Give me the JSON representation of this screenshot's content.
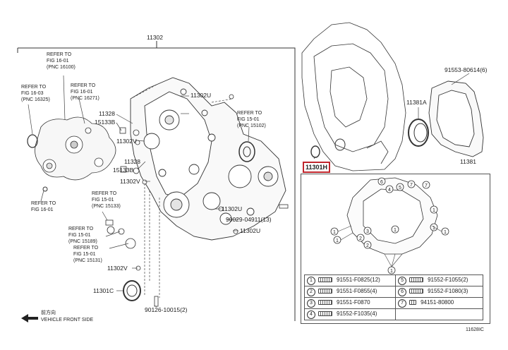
{
  "main_part": "11302",
  "callouts": {
    "ref_1": [
      "REFER TO",
      "FIG 16-01",
      "(PNC 16100)"
    ],
    "ref_2": [
      "REFER TO",
      "FIG 16-03",
      "(PNC 16325)"
    ],
    "ref_3": [
      "REFER TO",
      "FIG 16-01",
      "(PNC 16271)"
    ],
    "ref_4": [
      "REFER TO",
      "FIG 15-01",
      "(PNC 15102)"
    ],
    "ref_5": [
      "REFER TO",
      "FIG 16-01"
    ],
    "ref_6": [
      "REFER TO",
      "FIG 15-01",
      "(PNC 15133)"
    ],
    "ref_7": [
      "REFER TO",
      "FIG 15-01",
      "(PNC 15189)"
    ],
    "ref_8": [
      "REFER TO",
      "FIG 15-01",
      "(PNC 15131)"
    ]
  },
  "part_labels": {
    "p11302u_a": "11302U",
    "p11328_a": "11328",
    "p15133b_a": "15133B",
    "p11302v_a": "11302V",
    "p11328_b": "11328",
    "p15133b_b": "15133B",
    "p11302v_b": "11302V",
    "p11302u_b": "11302U",
    "p90029": "90029-04911(13)",
    "p11302u_c": "11302U",
    "p11302v_c": "11302V",
    "p11301c": "11301C",
    "p90126": "90126-10015(2)",
    "p91553": "91553-80614(6)",
    "p11381a": "11381A",
    "p11381": "11381",
    "p11301h": "11301H"
  },
  "direction_note": [
    "前方向",
    "VEHICLE FRONT SIDE"
  ],
  "legend": [
    {
      "n": "1",
      "part": "91551-F0825(12)"
    },
    {
      "n": "5",
      "part": "91552-F1055(2)"
    },
    {
      "n": "2",
      "part": "91551-F0855(4)"
    },
    {
      "n": "6",
      "part": "91552-F1080(3)"
    },
    {
      "n": "3",
      "part": "91551-F0870"
    },
    {
      "n": "7",
      "part": "94151-80800"
    },
    {
      "n": "4",
      "part": "91552-F1035(4)"
    },
    {
      "n": "",
      "part": ""
    }
  ],
  "figure_id": "11628IC"
}
